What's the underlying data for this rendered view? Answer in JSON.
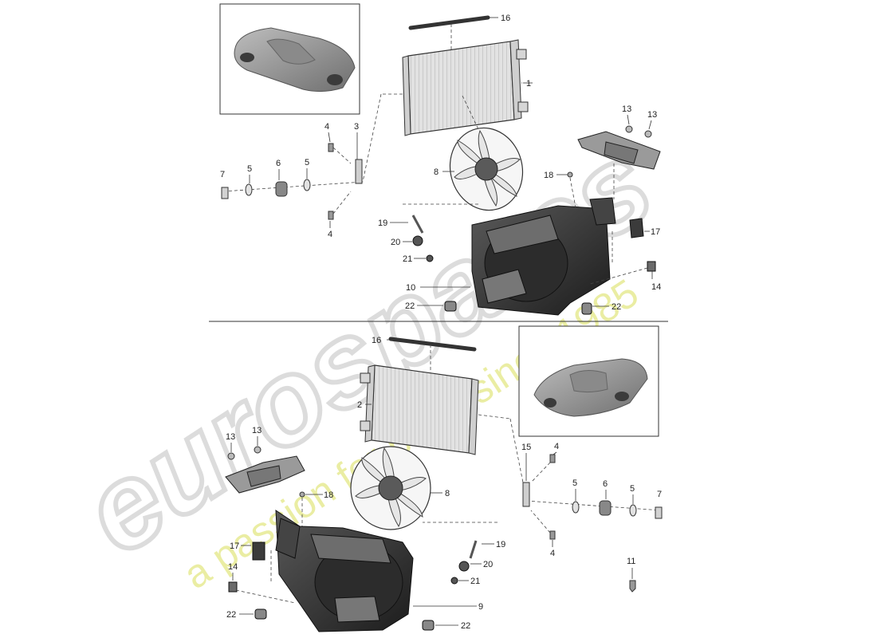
{
  "watermark": {
    "brand": "eurospares",
    "tagline": "a passion for parts since 1985",
    "brand_color": "#d9d9d9",
    "tagline_color": "#e8ec9a"
  },
  "top_section": {
    "callouts": {
      "radiator": "1",
      "bracket": "3",
      "bolt_upper": "4",
      "bolt_lower": "4",
      "washer_a": "5",
      "washer_b": "5",
      "grommet": "6",
      "clip": "7",
      "fan": "8",
      "shroud": "10",
      "nut_a": "13",
      "nut_b": "13",
      "duct_seal": "14",
      "seal_strip": "16",
      "clip_holder": "17",
      "screw": "18",
      "stud": "19",
      "bush": "20",
      "nut_small": "21",
      "drain_left": "22",
      "drain_right": "22"
    }
  },
  "bottom_section": {
    "callouts": {
      "radiator": "2",
      "bolt_upper": "4",
      "bolt_lower": "4",
      "washer_a": "5",
      "washer_b": "5",
      "grommet": "6",
      "clip": "7",
      "fan": "8",
      "shroud": "9",
      "bolt_single": "11",
      "nut_a": "13",
      "nut_b": "13",
      "duct_seal": "14",
      "bracket": "15",
      "seal_strip": "16",
      "clip_holder": "17",
      "screw": "18",
      "stud": "19",
      "bush": "20",
      "nut_small": "21",
      "drain_left": "22",
      "drain_right": "22"
    }
  },
  "icons": {
    "car_thumbnail_top": "car-icon",
    "car_thumbnail_bottom": "car-icon"
  }
}
